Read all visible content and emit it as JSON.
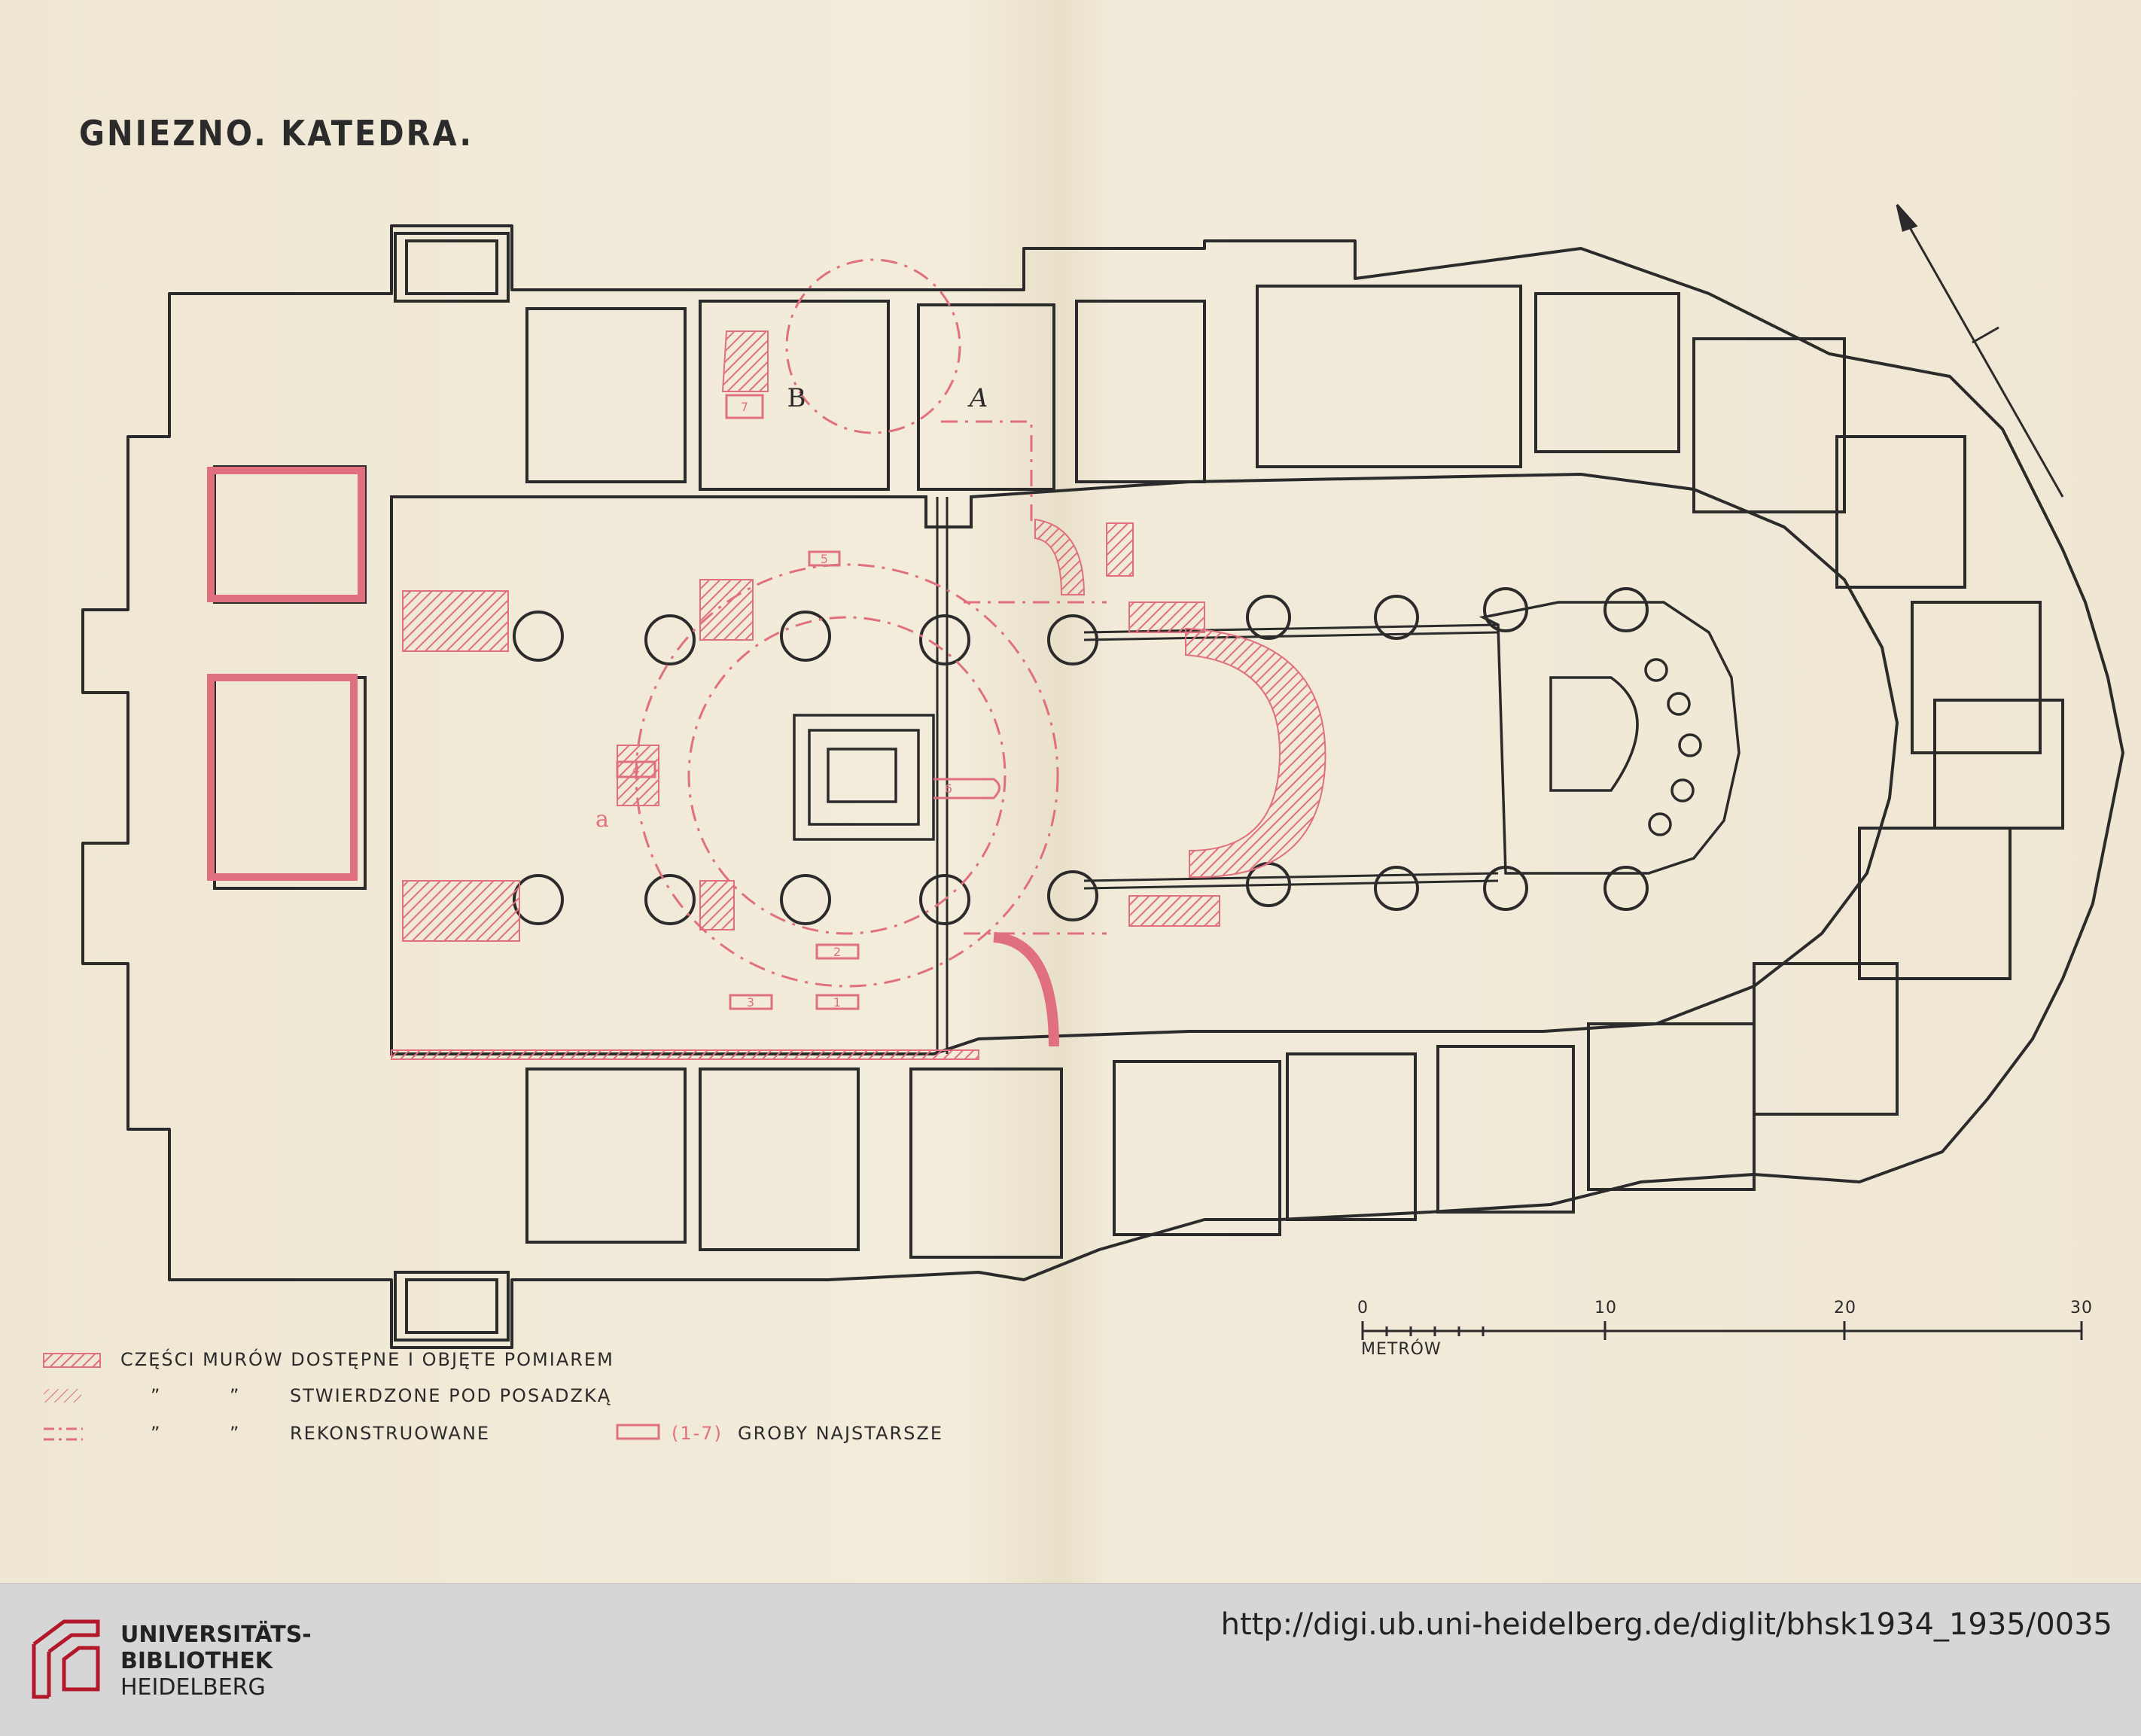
{
  "title": "GNIEZNO. KATEDRA.",
  "plan_labels": {
    "chapel_b": "B",
    "chapel_a": "A",
    "letter_a": "a",
    "graves": [
      "1",
      "2",
      "3",
      "4",
      "5",
      "6",
      "7"
    ]
  },
  "legend": {
    "row1": "CZĘŚCI MURÓW DOSTĘPNE I OBJĘTE POMIAREM",
    "row2_ditto1": "”",
    "row2_ditto2": "”",
    "row2": "STWIERDZONE POD POSADZKĄ",
    "row3_ditto1": "”",
    "row3_ditto2": "”",
    "row3": "REKONSTRUOWANE",
    "graves_symbol": "(1-7)",
    "graves_label": "GROBY NAJSTARSZE"
  },
  "scale": {
    "ticks": [
      "0",
      "10",
      "20",
      "30"
    ],
    "unit": "METRÓW"
  },
  "footer": {
    "logo_line1": "UNIVERSITÄTS-",
    "logo_line2": "BIBLIOTHEK",
    "logo_line3": "HEIDELBERG",
    "url": "http://digi.ub.uni-heidelberg.de/diglit/bhsk1934_1935/0035"
  },
  "colors": {
    "paper": "#f1ead8",
    "ink": "#2b2b2b",
    "red": "#e0707e",
    "footer_bg": "#d6d6d6",
    "logo_red": "#b3172a"
  }
}
